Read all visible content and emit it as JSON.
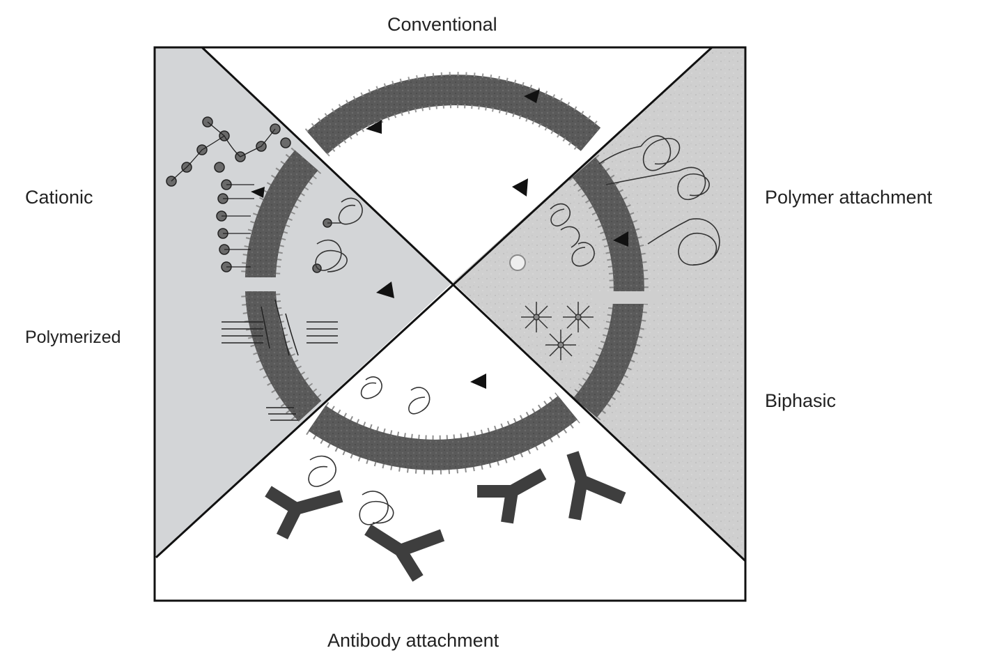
{
  "labels": {
    "conventional": "Conventional",
    "cationic": "Cationic",
    "polymerized": "Polymerized",
    "polymer_attachment": "Polymer attachment",
    "biphasic": "Biphasic",
    "antibody_attachment": "Antibody attachment"
  },
  "colors": {
    "membrane": "#5a5a5a",
    "lipid_head": "#9a9a9a",
    "left_panel": "#d3d5d7",
    "right_panel": "#cfcfcf",
    "frame": "#111111"
  }
}
